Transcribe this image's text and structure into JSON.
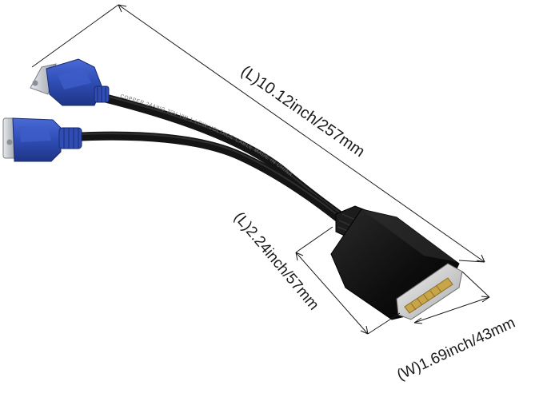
{
  "dimensions": {
    "total_length": "(L)10.12inch/257mm",
    "connector_length": "(L)2.24inch/57mm",
    "connector_width": "(W)1.69inch/43mm"
  },
  "cable_print": "COPPER 24AWG 30V VW-1 LOW VOLTAGE CABLE MADE IN CHINA",
  "colors": {
    "vga_connector": "#2f4db5",
    "vga_shell": "#c9ccd2",
    "cable": "#141414",
    "dms_housing": "#101010",
    "gold_pins": "#c9a54a"
  }
}
